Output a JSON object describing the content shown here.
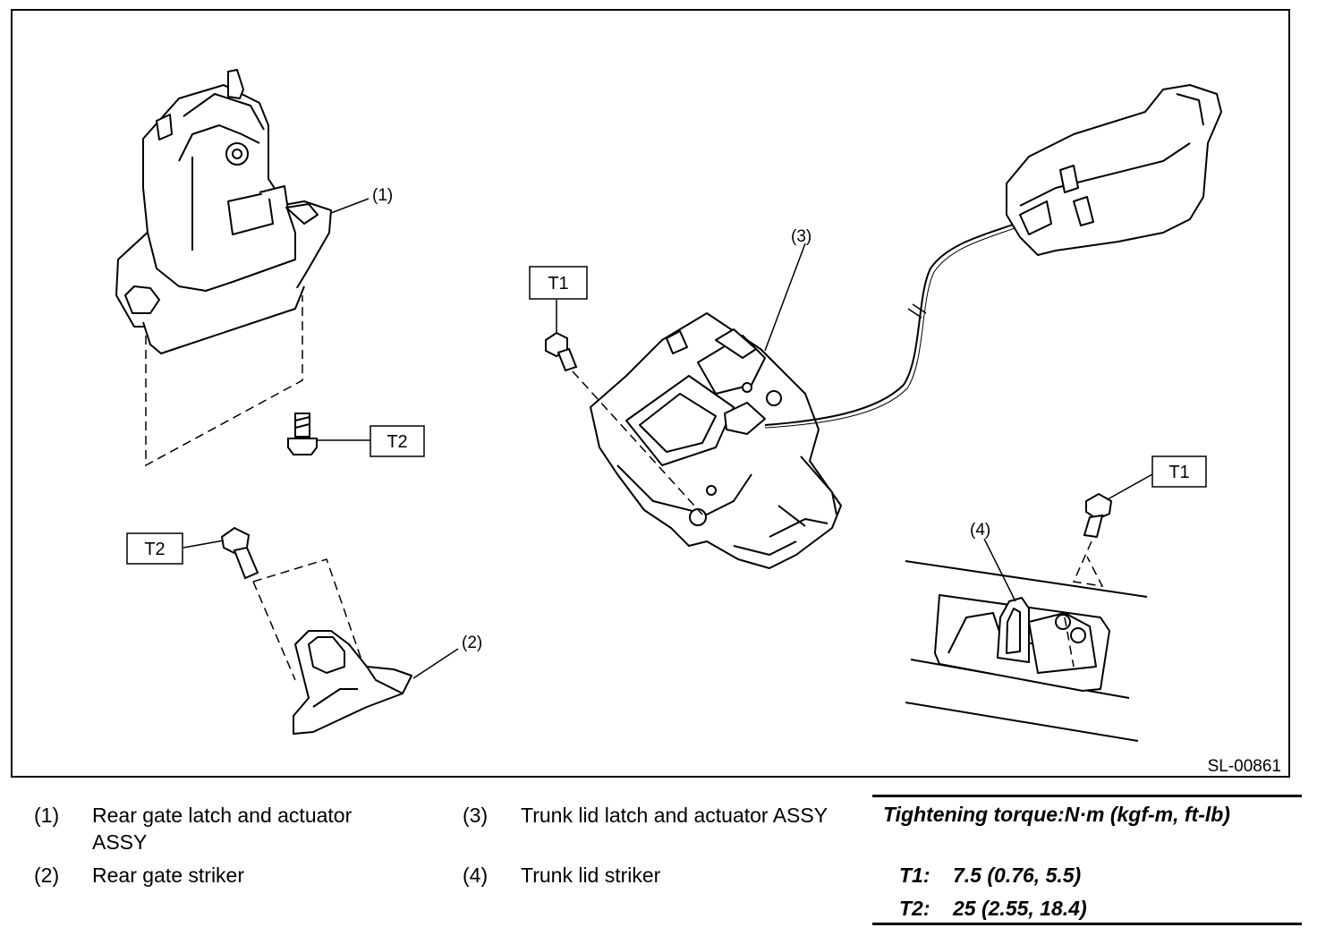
{
  "figure_id": "SL-00861",
  "callouts": {
    "c1": "(1)",
    "c2": "(2)",
    "c3": "(3)",
    "c4": "(4)"
  },
  "torque_tags": {
    "t1_a": "T1",
    "t1_b": "T1",
    "t2_a": "T2",
    "t2_b": "T2"
  },
  "legend": [
    {
      "num": "(1)",
      "line1": "Rear gate latch and actuator",
      "line2": "ASSY"
    },
    {
      "num": "(2)",
      "line1": "Rear gate striker",
      "line2": ""
    },
    {
      "num": "(3)",
      "line1": "Trunk lid latch and actuator ASSY",
      "line2": ""
    },
    {
      "num": "(4)",
      "line1": "Trunk lid striker",
      "line2": ""
    }
  ],
  "torque_table": {
    "heading": "Tightening torque:N·m (kgf-m, ft-lb)",
    "rows": [
      {
        "key": "T1:",
        "value": "7.5 (0.76, 5.5)"
      },
      {
        "key": "T2:",
        "value": "25 (2.55, 18.4)"
      }
    ]
  }
}
